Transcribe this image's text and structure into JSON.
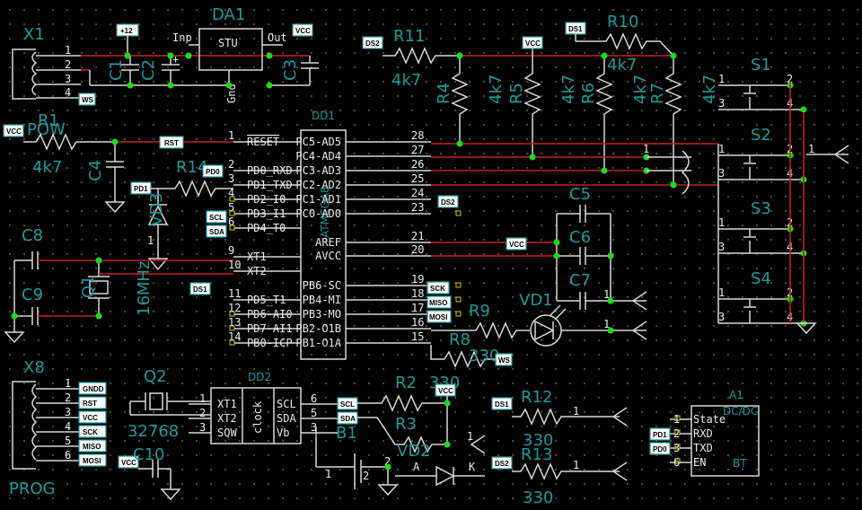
{
  "ic": {
    "dd1": {
      "ref": "DD1",
      "part": "ATMEGA8",
      "left_pins": [
        {
          "num": "1",
          "name": "RESET"
        },
        {
          "num": "2",
          "name": "PD0_RXD"
        },
        {
          "num": "3",
          "name": "PD1_TXD"
        },
        {
          "num": "4",
          "name": "PD2_I0"
        },
        {
          "num": "5",
          "name": "PD3_I1"
        },
        {
          "num": "6",
          "name": "PD4_T0"
        },
        {
          "num": "9",
          "name": "XT1"
        },
        {
          "num": "10",
          "name": "XT2"
        },
        {
          "num": "11",
          "name": "PD5_T1"
        },
        {
          "num": "12",
          "name": "PD6-AI0"
        },
        {
          "num": "13",
          "name": "PD7-AI1"
        },
        {
          "num": "14",
          "name": "PB0-ICP"
        }
      ],
      "right_pins": [
        {
          "num": "28",
          "name": "PC5-AD5"
        },
        {
          "num": "27",
          "name": "PC4-AD4"
        },
        {
          "num": "26",
          "name": "PC3-AD3"
        },
        {
          "num": "25",
          "name": "PC2-AD2"
        },
        {
          "num": "24",
          "name": "PC1-AD1"
        },
        {
          "num": "23",
          "name": "PC0-AD0"
        },
        {
          "num": "21",
          "name": "AREF"
        },
        {
          "num": "20",
          "name": "AVCC"
        },
        {
          "num": "19",
          "name": "PB6-SC"
        },
        {
          "num": "18",
          "name": "PB4-MI"
        },
        {
          "num": "17",
          "name": "PB3-MO"
        },
        {
          "num": "16",
          "name": "PB2-O1B"
        },
        {
          "num": "15",
          "name": "PB1-O1A"
        }
      ]
    },
    "dd2": {
      "ref": "DD2",
      "body": "clock",
      "left_pins": [
        {
          "num": "1",
          "name": "XT1"
        },
        {
          "num": "2",
          "name": "XT2"
        },
        {
          "num": "3",
          "name": "SQW"
        }
      ],
      "right_pins": [
        {
          "num": "6",
          "name": "SCL"
        },
        {
          "num": "5",
          "name": "SDA"
        },
        {
          "num": "3",
          "name": "Vb"
        }
      ]
    },
    "da1": {
      "ref": "DA1",
      "body": "STU",
      "inp": "Inp",
      "out": "Out",
      "gnd": "Gnd"
    },
    "a1": {
      "ref": "A1",
      "part": "DC/DC",
      "body": "BT",
      "pins": [
        {
          "num": "1",
          "name": "State"
        },
        {
          "num": "2",
          "name": "RXD"
        },
        {
          "num": "3",
          "name": "TXD"
        },
        {
          "num": "6",
          "name": "EN"
        }
      ]
    }
  },
  "labels": {
    "x1": "X1",
    "x8": "X8",
    "prog": "PROG",
    "pow": "POW",
    "c1": "C1",
    "c2": "C2",
    "c3": "C3",
    "c4": "C4",
    "c5": "C5",
    "c6": "C6",
    "c7": "C7",
    "c8": "C8",
    "c9": "C9",
    "c10": "C10",
    "r1": "R1",
    "r2": "R2",
    "r3": "R3",
    "r4": "R4",
    "r5": "R5",
    "r6": "R6",
    "r7": "R7",
    "r8": "R8",
    "r9": "R9",
    "r10": "R10",
    "r11": "R11",
    "r12": "R12",
    "r13": "R13",
    "r14": "R14",
    "v4k7": "4k7",
    "v330": "330",
    "q1": "Q1",
    "q1v": "16MHz",
    "q2": "Q2",
    "q2v": "32768",
    "vd1": "VD1",
    "vd2": "VD2",
    "vd3": "VD3",
    "b1": "B1",
    "s1": "S1",
    "s2": "S2",
    "s3": "S3",
    "s4": "S4",
    "a": "A",
    "k": "K"
  },
  "tags": {
    "p12": "+12",
    "vcc": "VCC",
    "ds1": "DS1",
    "ds2": "DS2",
    "rst": "RST",
    "pd0": "PD0",
    "pd1": "PD1",
    "scl": "SCL",
    "sda": "SDA",
    "sck": "SCK",
    "miso": "MISO",
    "mosi": "MOSI",
    "ws": "WS",
    "gndd": "GNDD"
  },
  "pins": {
    "p1": "1",
    "p2": "2",
    "p3": "3",
    "p4": "4",
    "p5": "5",
    "p6": "6",
    "plus": "+"
  },
  "colors": {
    "background": "#000000",
    "wire": "#d8d8d8",
    "net": "#c42020",
    "junction": "#18e018",
    "label": "#1a9a9a"
  }
}
